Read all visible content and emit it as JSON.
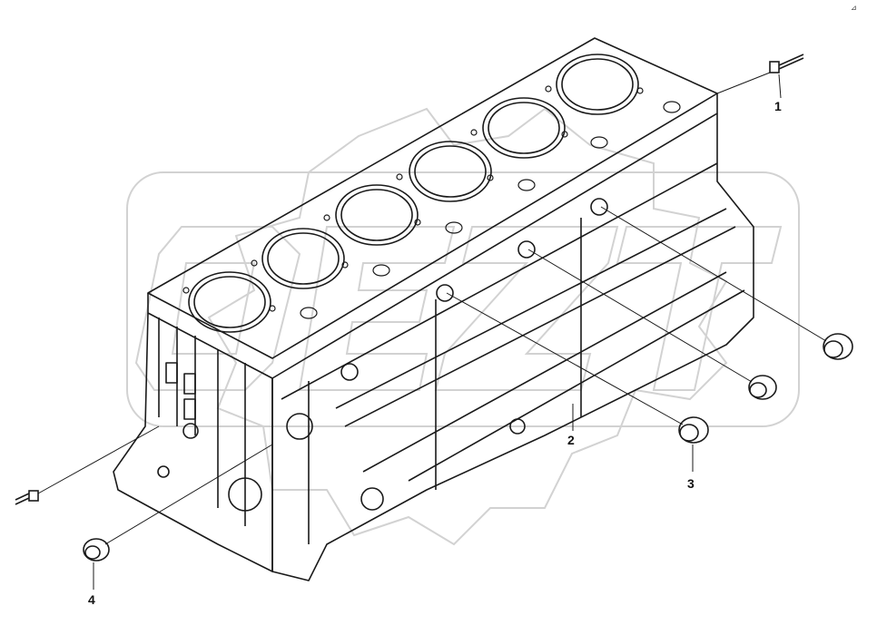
{
  "diagram": {
    "parts": [
      {
        "id": "1",
        "label": "1",
        "part": "bolt"
      },
      {
        "id": "2",
        "label": "2",
        "part": "cylinder-block"
      },
      {
        "id": "3",
        "label": "3",
        "part": "plug-cup"
      },
      {
        "id": "4",
        "label": "4",
        "part": "plug-cup"
      }
    ],
    "corner_mark": "⊿"
  },
  "colors": {
    "line": "#1a1a1a",
    "watermark": "#d2d2d2",
    "background": "#ffffff"
  }
}
